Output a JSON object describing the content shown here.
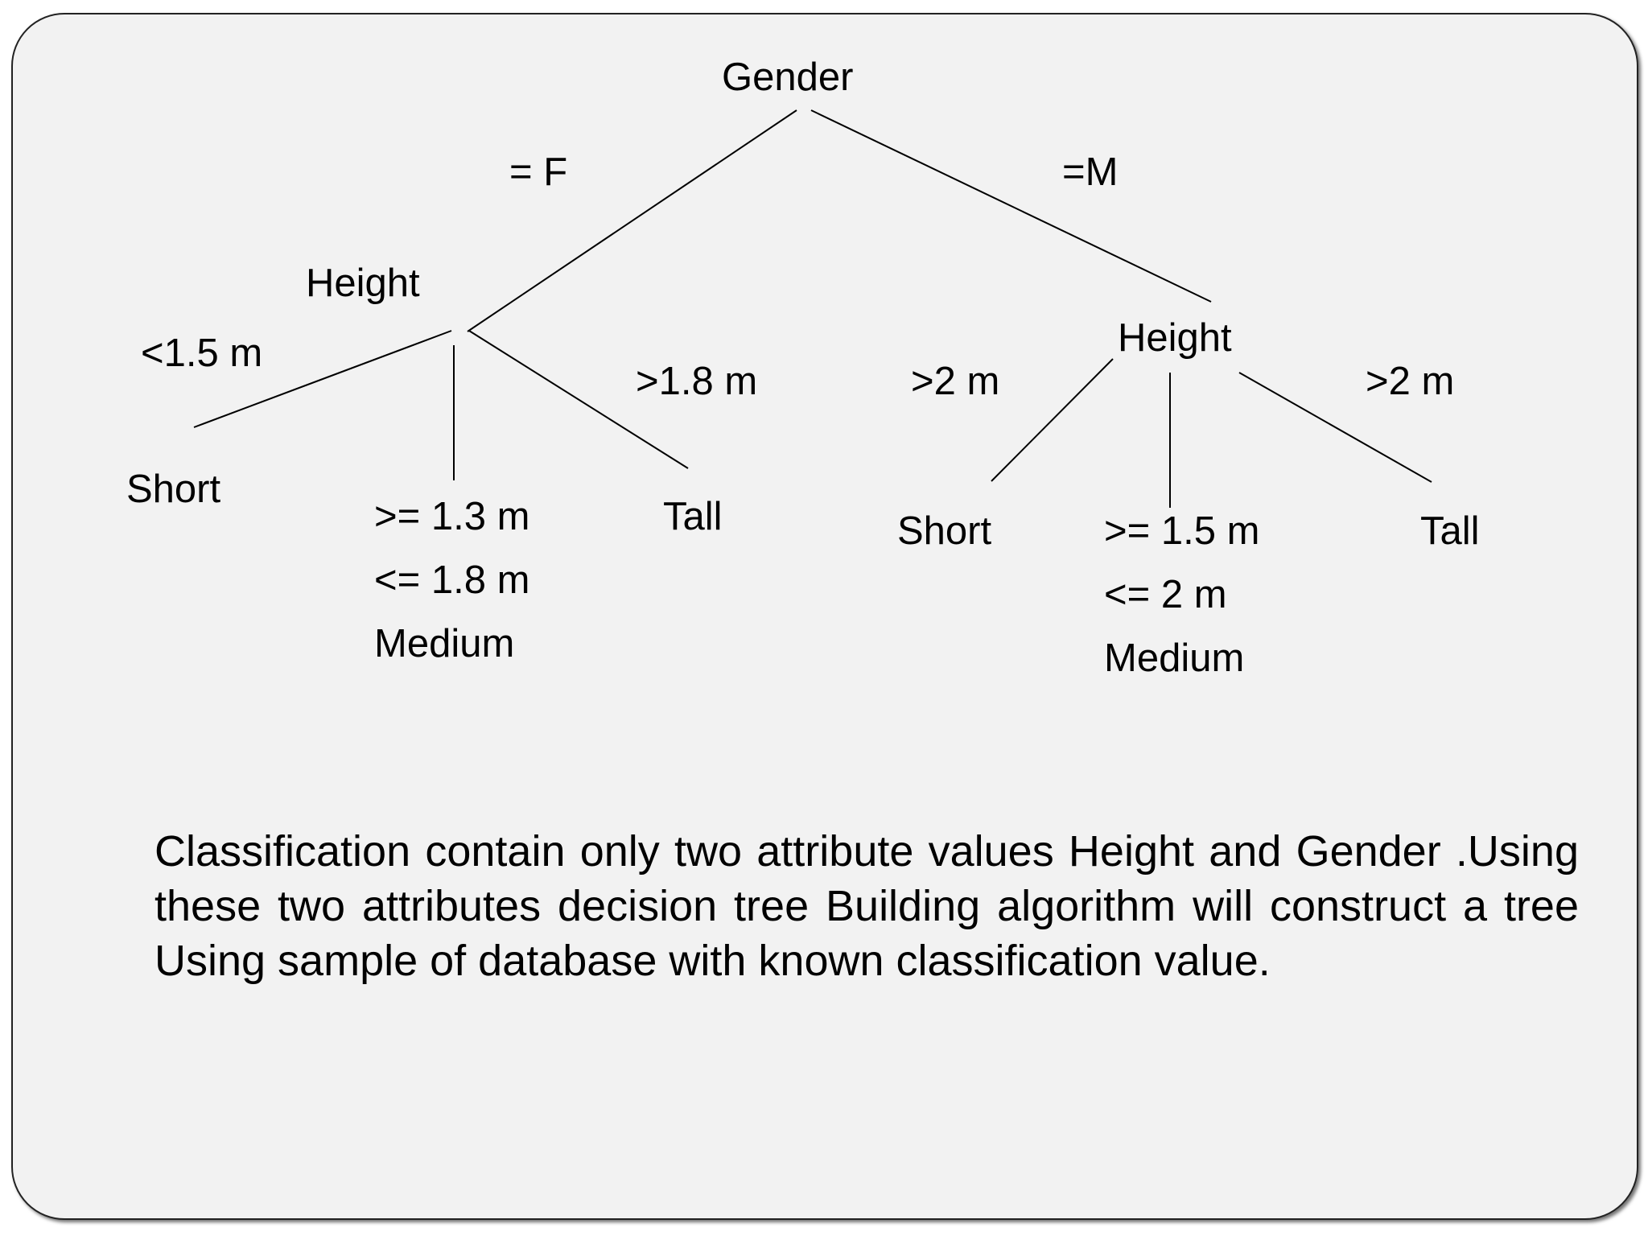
{
  "tree": {
    "root": "Gender",
    "branch_female": "= F",
    "branch_male": "=M",
    "left_node": "Height",
    "left_branch_low": "<1.5 m",
    "left_branch_high": ">1.8 m",
    "left_leaf_short": "Short",
    "left_leaf_mid_line1": ">= 1.3 m",
    "left_leaf_mid_line2": "<= 1.8  m",
    "left_leaf_mid_line3": "Medium",
    "left_leaf_tall": "Tall",
    "right_node": "Height",
    "right_branch_low": ">2 m",
    "right_branch_high": ">2 m",
    "right_leaf_short": "Short",
    "right_leaf_mid_line1": ">= 1.5 m",
    "right_leaf_mid_line2": "<= 2  m",
    "right_leaf_mid_line3": "Medium",
    "right_leaf_tall": "Tall"
  },
  "description": "Classification contain only two attribute values Height and Gender .Using these two attributes decision tree Building algorithm will construct a tree Using sample of database with known classification value."
}
